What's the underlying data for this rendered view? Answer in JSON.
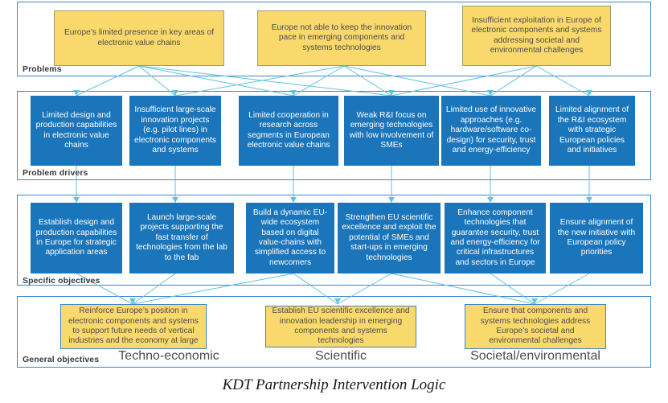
{
  "figure": {
    "caption": "KDT Partnership Intervention Logic",
    "colors": {
      "problem_box_fill": "#fad96c",
      "driver_box_fill": "#1b75bb",
      "section_border": "#3d85c8",
      "connector": "#5fc2e0",
      "text_dark": "#4c4c4c",
      "text_light": "#ffffff"
    }
  },
  "sections": {
    "problems": {
      "label": "Problems",
      "boxes": [
        {
          "text": "Europe’s limited presence in key areas of  electronic value chains"
        },
        {
          "text": "Europe not able to keep the innovation pace in emerging components and systems technologies"
        },
        {
          "text": "Insufficient exploitation in Europe of electronic components and systems addressing societal  and environmental challenges"
        }
      ]
    },
    "problem_drivers": {
      "label": "Problem drivers",
      "boxes": [
        {
          "text": "Limited design and production capabilities in electronic value chains"
        },
        {
          "text": "Insufficient large-scale innovation projects (e.g.  pilot lines) in electronic components and systems"
        },
        {
          "text": "Limited cooperation in research across segments in European electronic value chains"
        },
        {
          "text": "Weak R&I focus on emerging technologies with low involvement of SMEs"
        },
        {
          "text": "Limited use of  innovative approaches (e.g. hardware/software co-design) for  security, trust and energy-efficiency"
        },
        {
          "text": "Limited alignment of the R&I ecosystem with strategic European policies and initiatives"
        }
      ]
    },
    "specific_objectives": {
      "label": "Specific objectives",
      "boxes": [
        {
          "text": "Establish design and production capabilities in Europe for strategic application areas"
        },
        {
          "text": "Launch large-scale projects  supporting the fast transfer of technologies from the lab to the fab"
        },
        {
          "text": "Build a dynamic EU-wide ecosystem based on digital value-chains with simplified access to newcomers"
        },
        {
          "text": "Strengthen  EU scientific excellence and exploit the potential of SMEs and start-ups in emerging technologies"
        },
        {
          "text": "Enhance component technologies that guarantee security,  trust and energy-efficiency for critical infrastructures and sectors in Europe"
        },
        {
          "text": "Ensure alignment of the new initiative with European policy priorities"
        }
      ]
    },
    "general_objectives": {
      "label": "General objectives",
      "boxes": [
        {
          "text": "Reinforce Europe’s position in electronic components and systems to support future needs of vertical industries and the economy at large"
        },
        {
          "text": "Establish EU  scientific excellence and innovation leadership in emerging components and systems technologies"
        },
        {
          "text": "Ensure that components and systems technologies address Europe’s societal and environmental challenges"
        }
      ],
      "pillars": [
        {
          "text": "Techno-economic"
        },
        {
          "text": "Scientific"
        },
        {
          "text": "Societal/environmental"
        }
      ]
    }
  }
}
